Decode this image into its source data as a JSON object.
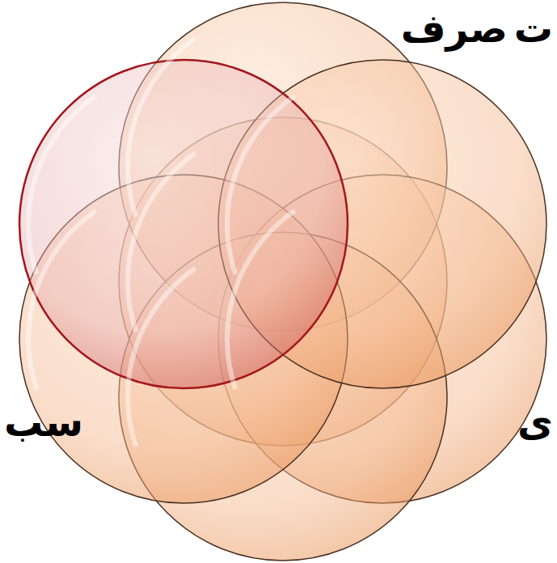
{
  "diagram": {
    "labels": [
      "ت",
      "صرف",
      "سب",
      "ى"
    ]
  }
}
